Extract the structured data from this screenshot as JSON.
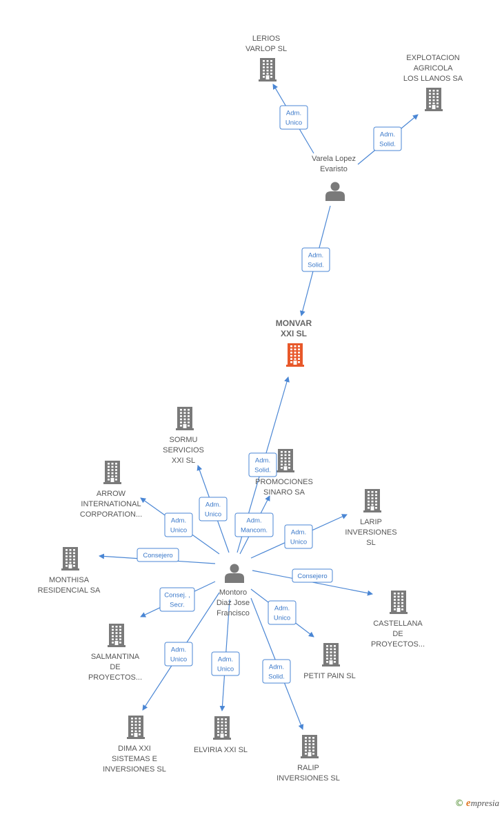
{
  "colors": {
    "edge": "#4a86d4",
    "node": "#7a7a7a",
    "focus": "#e8582a"
  },
  "nodes": {
    "lerios": {
      "type": "company",
      "label": [
        "LERIOS",
        "VARLOP SL"
      ]
    },
    "explotacion": {
      "type": "company",
      "label": [
        "EXPLOTACION",
        "AGRICOLA",
        "LOS LLANOS SA"
      ]
    },
    "varela": {
      "type": "person",
      "label": [
        "Varela Lopez",
        "Evaristo"
      ]
    },
    "monvar": {
      "type": "company",
      "focus": true,
      "label": [
        "MONVAR",
        "XXI  SL"
      ]
    },
    "sormu": {
      "type": "company",
      "label": [
        "SORMU",
        "SERVICIOS",
        "XXI  SL"
      ]
    },
    "promociones": {
      "type": "company",
      "label": [
        "PROMOCIONES",
        "SINARO SA"
      ]
    },
    "arrow": {
      "type": "company",
      "label": [
        "ARROW",
        "INTERNATIONAL",
        "CORPORATION..."
      ]
    },
    "larip": {
      "type": "company",
      "label": [
        "LARIP",
        "INVERSIONES",
        "SL"
      ]
    },
    "monthisa": {
      "type": "company",
      "label": [
        "MONTHISA",
        "RESIDENCIAL SA"
      ]
    },
    "montoro": {
      "type": "person",
      "label": [
        "Montoro",
        "Diaz Jose",
        "Francisco"
      ]
    },
    "castellana": {
      "type": "company",
      "label": [
        "CASTELLANA",
        "DE",
        "PROYECTOS..."
      ]
    },
    "salmantina": {
      "type": "company",
      "label": [
        "SALMANTINA",
        "DE",
        "PROYECTOS..."
      ]
    },
    "petitpain": {
      "type": "company",
      "label": [
        "PETIT PAIN  SL"
      ]
    },
    "dima": {
      "type": "company",
      "label": [
        "DIMA XXI",
        "SISTEMAS E",
        "INVERSIONES SL"
      ]
    },
    "elviria": {
      "type": "company",
      "label": [
        "ELVIRIA XXI  SL"
      ]
    },
    "ralip": {
      "type": "company",
      "label": [
        "RALIP",
        "INVERSIONES SL"
      ]
    }
  },
  "edges": [
    {
      "from": "varela",
      "to": "lerios",
      "label": [
        "Adm.",
        "Unico"
      ]
    },
    {
      "from": "varela",
      "to": "explotacion",
      "label": [
        "Adm.",
        "Solid."
      ]
    },
    {
      "from": "varela",
      "to": "monvar",
      "label": [
        "Adm.",
        "Solid."
      ]
    },
    {
      "from": "montoro",
      "to": "monvar",
      "label": [
        "Adm.",
        "Solid."
      ]
    },
    {
      "from": "montoro",
      "to": "sormu",
      "label": [
        "Adm.",
        "Unico"
      ]
    },
    {
      "from": "montoro",
      "to": "promociones",
      "label": [
        "Adm.",
        "Mancom."
      ]
    },
    {
      "from": "montoro",
      "to": "arrow",
      "label": [
        "Adm.",
        "Unico"
      ]
    },
    {
      "from": "montoro",
      "to": "larip",
      "label": [
        "Adm.",
        "Unico"
      ]
    },
    {
      "from": "montoro",
      "to": "monthisa",
      "label": [
        "Consejero"
      ]
    },
    {
      "from": "montoro",
      "to": "castellana",
      "label": [
        "Consejero"
      ]
    },
    {
      "from": "montoro",
      "to": "salmantina",
      "label": [
        "Consej. ,",
        "Secr."
      ]
    },
    {
      "from": "montoro",
      "to": "petitpain",
      "label": [
        "Adm.",
        "Unico"
      ]
    },
    {
      "from": "montoro",
      "to": "dima",
      "label": [
        "Adm.",
        "Unico"
      ]
    },
    {
      "from": "montoro",
      "to": "elviria",
      "label": [
        "Adm.",
        "Unico"
      ]
    },
    {
      "from": "montoro",
      "to": "ralip",
      "label": [
        "Adm.",
        "Solid."
      ]
    }
  ],
  "footer": {
    "copyright": "©",
    "brand_first": "e",
    "brand_rest": "mpresia"
  }
}
